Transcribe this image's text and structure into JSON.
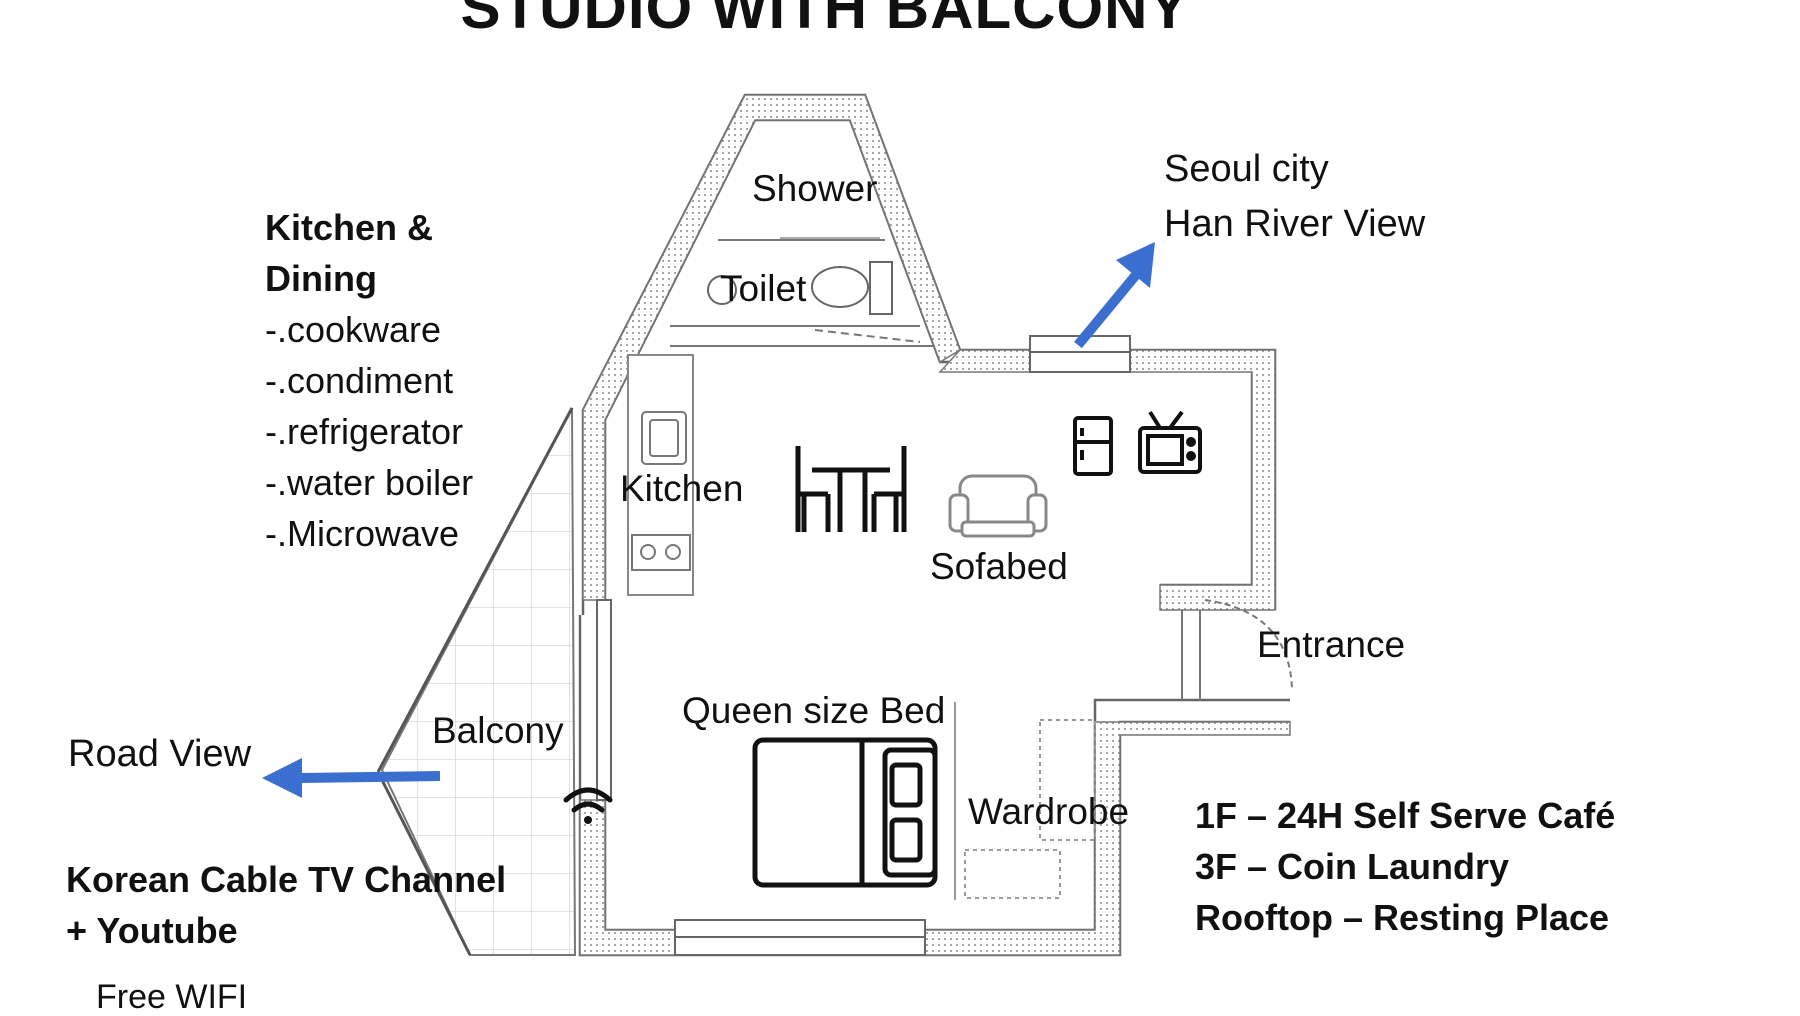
{
  "title": "STUDIO WITH BALCONY",
  "amenities": {
    "heading_line1": "Kitchen &",
    "heading_line2": "Dining",
    "items": [
      "-.cookware",
      "-.condiment",
      "-.refrigerator",
      "-.water boiler",
      "-.Microwave"
    ]
  },
  "rooms": {
    "shower": "Shower",
    "toilet": "Toilet",
    "kitchen": "Kitchen",
    "sofabed": "Sofabed",
    "entrance": "Entrance",
    "bed": "Queen size Bed",
    "wardrobe": "Wardrobe",
    "balcony": "Balcony"
  },
  "views": {
    "city_line1": "Seoul city",
    "city_line2": "Han River View",
    "road": "Road View"
  },
  "tv": {
    "line1": "Korean Cable TV Channel",
    "line2": "+  Youtube",
    "wifi": "Free WIFI"
  },
  "building": {
    "floors": [
      "1F – 24H Self Serve Café",
      "3F – Coin Laundry",
      "Rooftop – Resting Place"
    ]
  },
  "colors": {
    "arrow": "#3a6fd0",
    "wall": "#555555",
    "text": "#111111"
  },
  "icons": [
    "dining-table-icon",
    "armchair-icon",
    "refrigerator-icon",
    "tv-icon",
    "bed-icon",
    "wifi-icon",
    "sink-icon",
    "stove-icon",
    "toilet-icon"
  ]
}
